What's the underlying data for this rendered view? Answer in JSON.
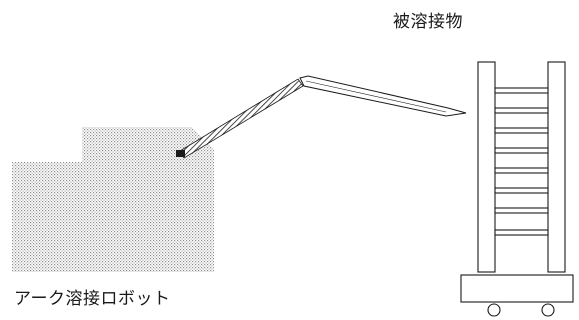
{
  "labels": {
    "workpiece": "被溶接物",
    "robot": "アーク溶接ロボット"
  },
  "icons": {
    "robot": "welding-robot-body",
    "arm": "robot-arm-icon",
    "torch": "welding-torch-icon",
    "workpiece": "ladder-workpiece-icon"
  },
  "colors": {
    "ink": "#1a1a1a",
    "robot_stipple": "#9a9a9a",
    "background": "#ffffff"
  }
}
